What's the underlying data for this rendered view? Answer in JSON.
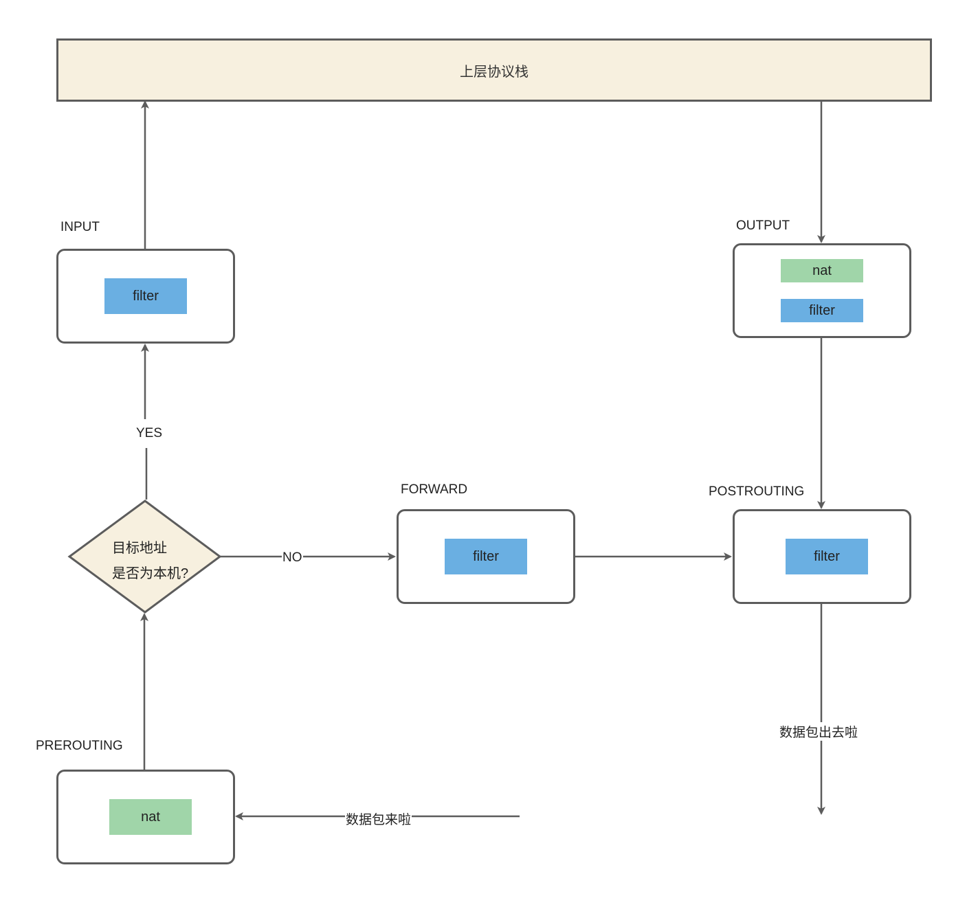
{
  "upper_stack": {
    "label": "上层协议栈"
  },
  "chains": {
    "input": {
      "name": "INPUT",
      "tables": [
        "filter"
      ]
    },
    "output": {
      "name": "OUTPUT",
      "tables": [
        "nat",
        "filter"
      ]
    },
    "forward": {
      "name": "FORWARD",
      "tables": [
        "filter"
      ]
    },
    "postrouting": {
      "name": "POSTROUTING",
      "tables": [
        "filter"
      ]
    },
    "prerouting": {
      "name": "PREROUTING",
      "tables": [
        "nat"
      ]
    }
  },
  "decision": {
    "line1": "目标地址",
    "line2": "是否为本机?"
  },
  "edges": {
    "yes": "YES",
    "no": "NO",
    "packet_in": "数据包来啦",
    "packet_out": "数据包出去啦"
  },
  "colors": {
    "filter": "#6aafe2",
    "nat": "#a0d5a9",
    "stack_fill": "#f7f0df",
    "decision_fill": "#f7f0df",
    "stroke": "#5c5c5c"
  }
}
